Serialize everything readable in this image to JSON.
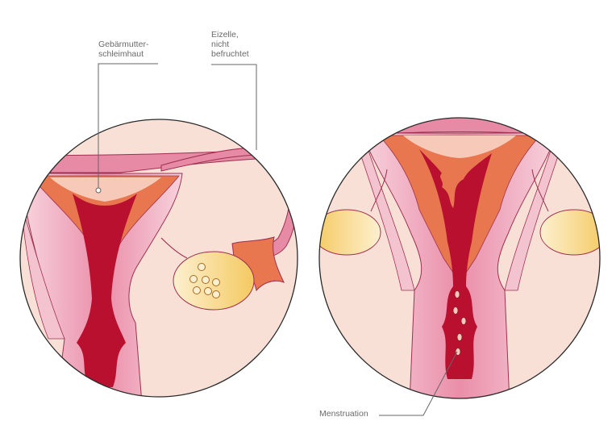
{
  "labels": {
    "endometrium": {
      "line1": "Gebärmutter-",
      "line2": "schleimhaut"
    },
    "egg": {
      "line1": "Eizelle,",
      "line2": "nicht",
      "line3": "befruchtet"
    },
    "menstruation": "Menstruation"
  },
  "colors": {
    "background_circle": "#f8e0d6",
    "circle_outline": "#2a2a2a",
    "uterus_wall_pink": "#e78aa6",
    "uterus_light_pink": "#f3c4d0",
    "uterus_cavity_red": "#b8102e",
    "endometrium_orange": "#e8764e",
    "ovary_yellow": "#f6d27a",
    "leader_line": "#666666"
  }
}
